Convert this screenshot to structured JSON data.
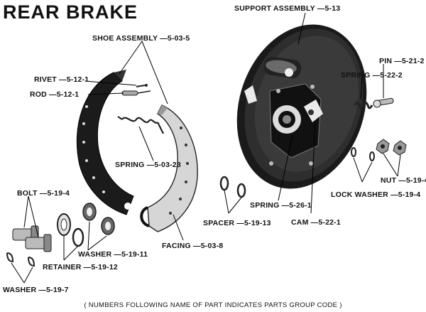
{
  "title": "REAR BRAKE",
  "labels": {
    "support_assembly": "SUPPORT ASSEMBLY",
    "support_assembly_code": "5-13",
    "shoe_assembly": "SHOE ASSEMBLY",
    "shoe_assembly_code": "5-03-5",
    "rivet": "RIVET",
    "rivet_code": "5-12-1",
    "rod": "ROD",
    "rod_code": "5-12-1",
    "spring_shoe": "SPRING",
    "spring_shoe_code": "5-03-23",
    "pin": "PIN",
    "pin_code": "5-21-2",
    "spring_pin": "SPRING",
    "spring_pin_code": "5-22-2",
    "nut": "NUT",
    "nut_code": "5-19-4",
    "lock_washer": "LOCK WASHER",
    "lock_washer_code": "5-19-4",
    "spring_cam": "SPRING",
    "spring_cam_code": "5-26-1",
    "cam": "CAM",
    "cam_code": "5-22-1",
    "spacer": "SPACER",
    "spacer_code": "5-19-13",
    "facing": "FACING",
    "facing_code": "5-03-8",
    "bolt": "BOLT",
    "bolt_code": "5-19-4",
    "washer_mid": "WASHER",
    "washer_mid_code": "5-19-11",
    "retainer": "RETAINER",
    "retainer_code": "5-19-12",
    "washer_low": "WASHER",
    "washer_low_code": "5-19-7"
  },
  "footnote": "( NUMBERS FOLLOWING NAME OF PART INDICATES PARTS GROUP CODE )"
}
